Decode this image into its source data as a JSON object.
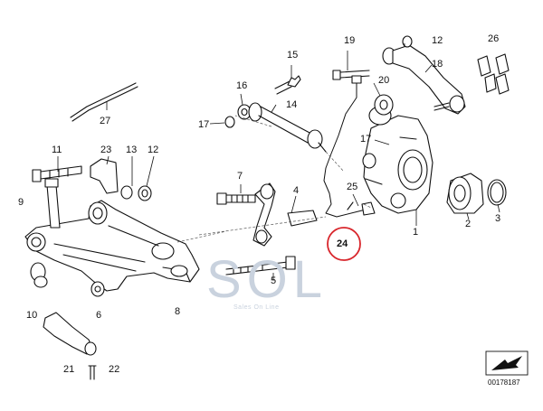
{
  "watermark": {
    "logo": "SOL",
    "sub": "Sales On Line"
  },
  "diagram_id": "00178187",
  "highlight_color": "#d8262c",
  "callouts": {
    "c1": "1",
    "c2": "2",
    "c3": "3",
    "c4": "4",
    "c5": "5",
    "c6": "6",
    "c7": "7",
    "c8": "8",
    "c9": "9",
    "c10": "10",
    "c11": "11",
    "c12a": "12",
    "c12b": "12",
    "c13": "13",
    "c14": "14",
    "c15": "15",
    "c16": "16",
    "c17a": "17",
    "c17b": "17",
    "c18": "18",
    "c19": "19",
    "c20": "20",
    "c21": "21",
    "c22": "22",
    "c23": "23",
    "c24": "24",
    "c25": "25",
    "c26": "26",
    "c27": "27"
  }
}
